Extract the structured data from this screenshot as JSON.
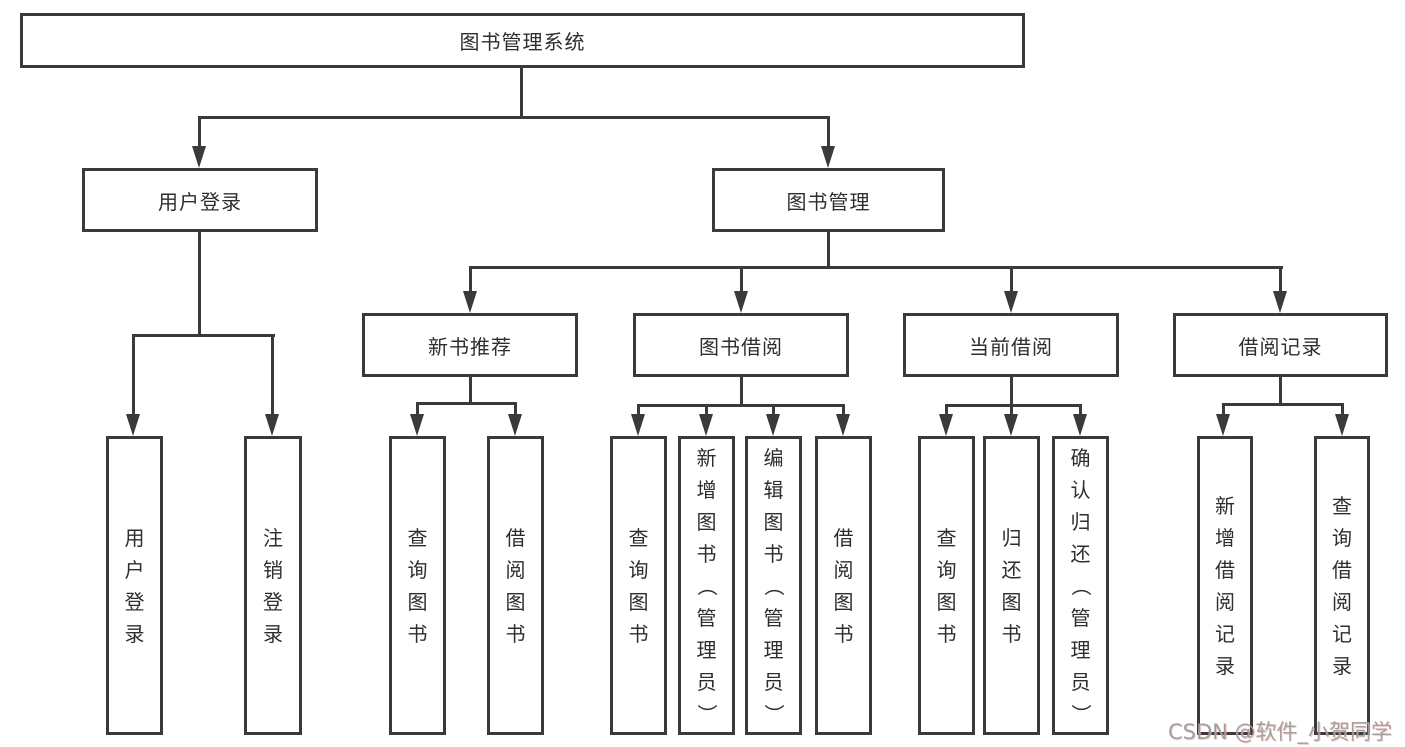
{
  "root": {
    "label": "图书管理系统",
    "children": [
      {
        "label": "用户登录",
        "children": [
          {
            "label": "用户登录"
          },
          {
            "label": "注销登录"
          }
        ]
      },
      {
        "label": "图书管理",
        "children": [
          {
            "label": "新书推荐",
            "children": [
              {
                "label": "查询图书"
              },
              {
                "label": "借阅图书"
              }
            ]
          },
          {
            "label": "图书借阅",
            "children": [
              {
                "label": "查询图书"
              },
              {
                "label": "新增图书（管理员）"
              },
              {
                "label": "编辑图书（管理员）"
              },
              {
                "label": "借阅图书"
              }
            ]
          },
          {
            "label": "当前借阅",
            "children": [
              {
                "label": "查询图书"
              },
              {
                "label": "归还图书"
              },
              {
                "label": "确认归还（管理员）"
              }
            ]
          },
          {
            "label": "借阅记录",
            "children": [
              {
                "label": "新增借阅记录"
              },
              {
                "label": "查询借阅记录"
              }
            ]
          }
        ]
      }
    ]
  },
  "watermark": "CSDN @软件_小贺同学",
  "colors": {
    "line": "#3a3a3a",
    "text": "#2e2e2e",
    "watermark": "#9a9a9a",
    "background": "#ffffff"
  }
}
